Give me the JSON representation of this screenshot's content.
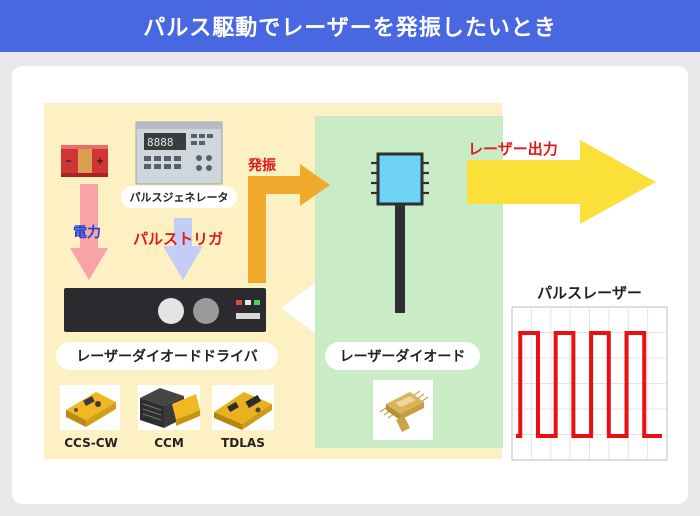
{
  "header": {
    "title": "パルス駆動でレーザーを発振したいとき"
  },
  "labels": {
    "pulse_generator": "パルスジェネレータ",
    "power": "電力",
    "pulse_trigger": "パルストリガ",
    "oscillation": "発振",
    "laser_output": "レーザー出力",
    "laser_driver": "レーザーダイオードドライバ",
    "laser_diode": "レーザーダイオード",
    "pulse_laser": "パルスレーザー"
  },
  "products": [
    {
      "name": "CCS-CW"
    },
    {
      "name": "CCM"
    },
    {
      "name": "TDLAS"
    }
  ],
  "colors": {
    "header": "#4867e0",
    "yellow_panel": "#fdf1c4",
    "green_panel": "#c9ecc7",
    "orange_arrow": "#f0a92b",
    "yellow_arrow": "#fbe03a",
    "pink_arrow": "#f8a3a8",
    "lavender_arrow": "#c3cdf6",
    "red_text": "#e01919",
    "blue_text": "#1f3fd6",
    "pulse_wave": "#e81010",
    "chip": "#6fd3f7"
  },
  "pulse_wave": {
    "periods": 4,
    "duty": 0.5
  }
}
